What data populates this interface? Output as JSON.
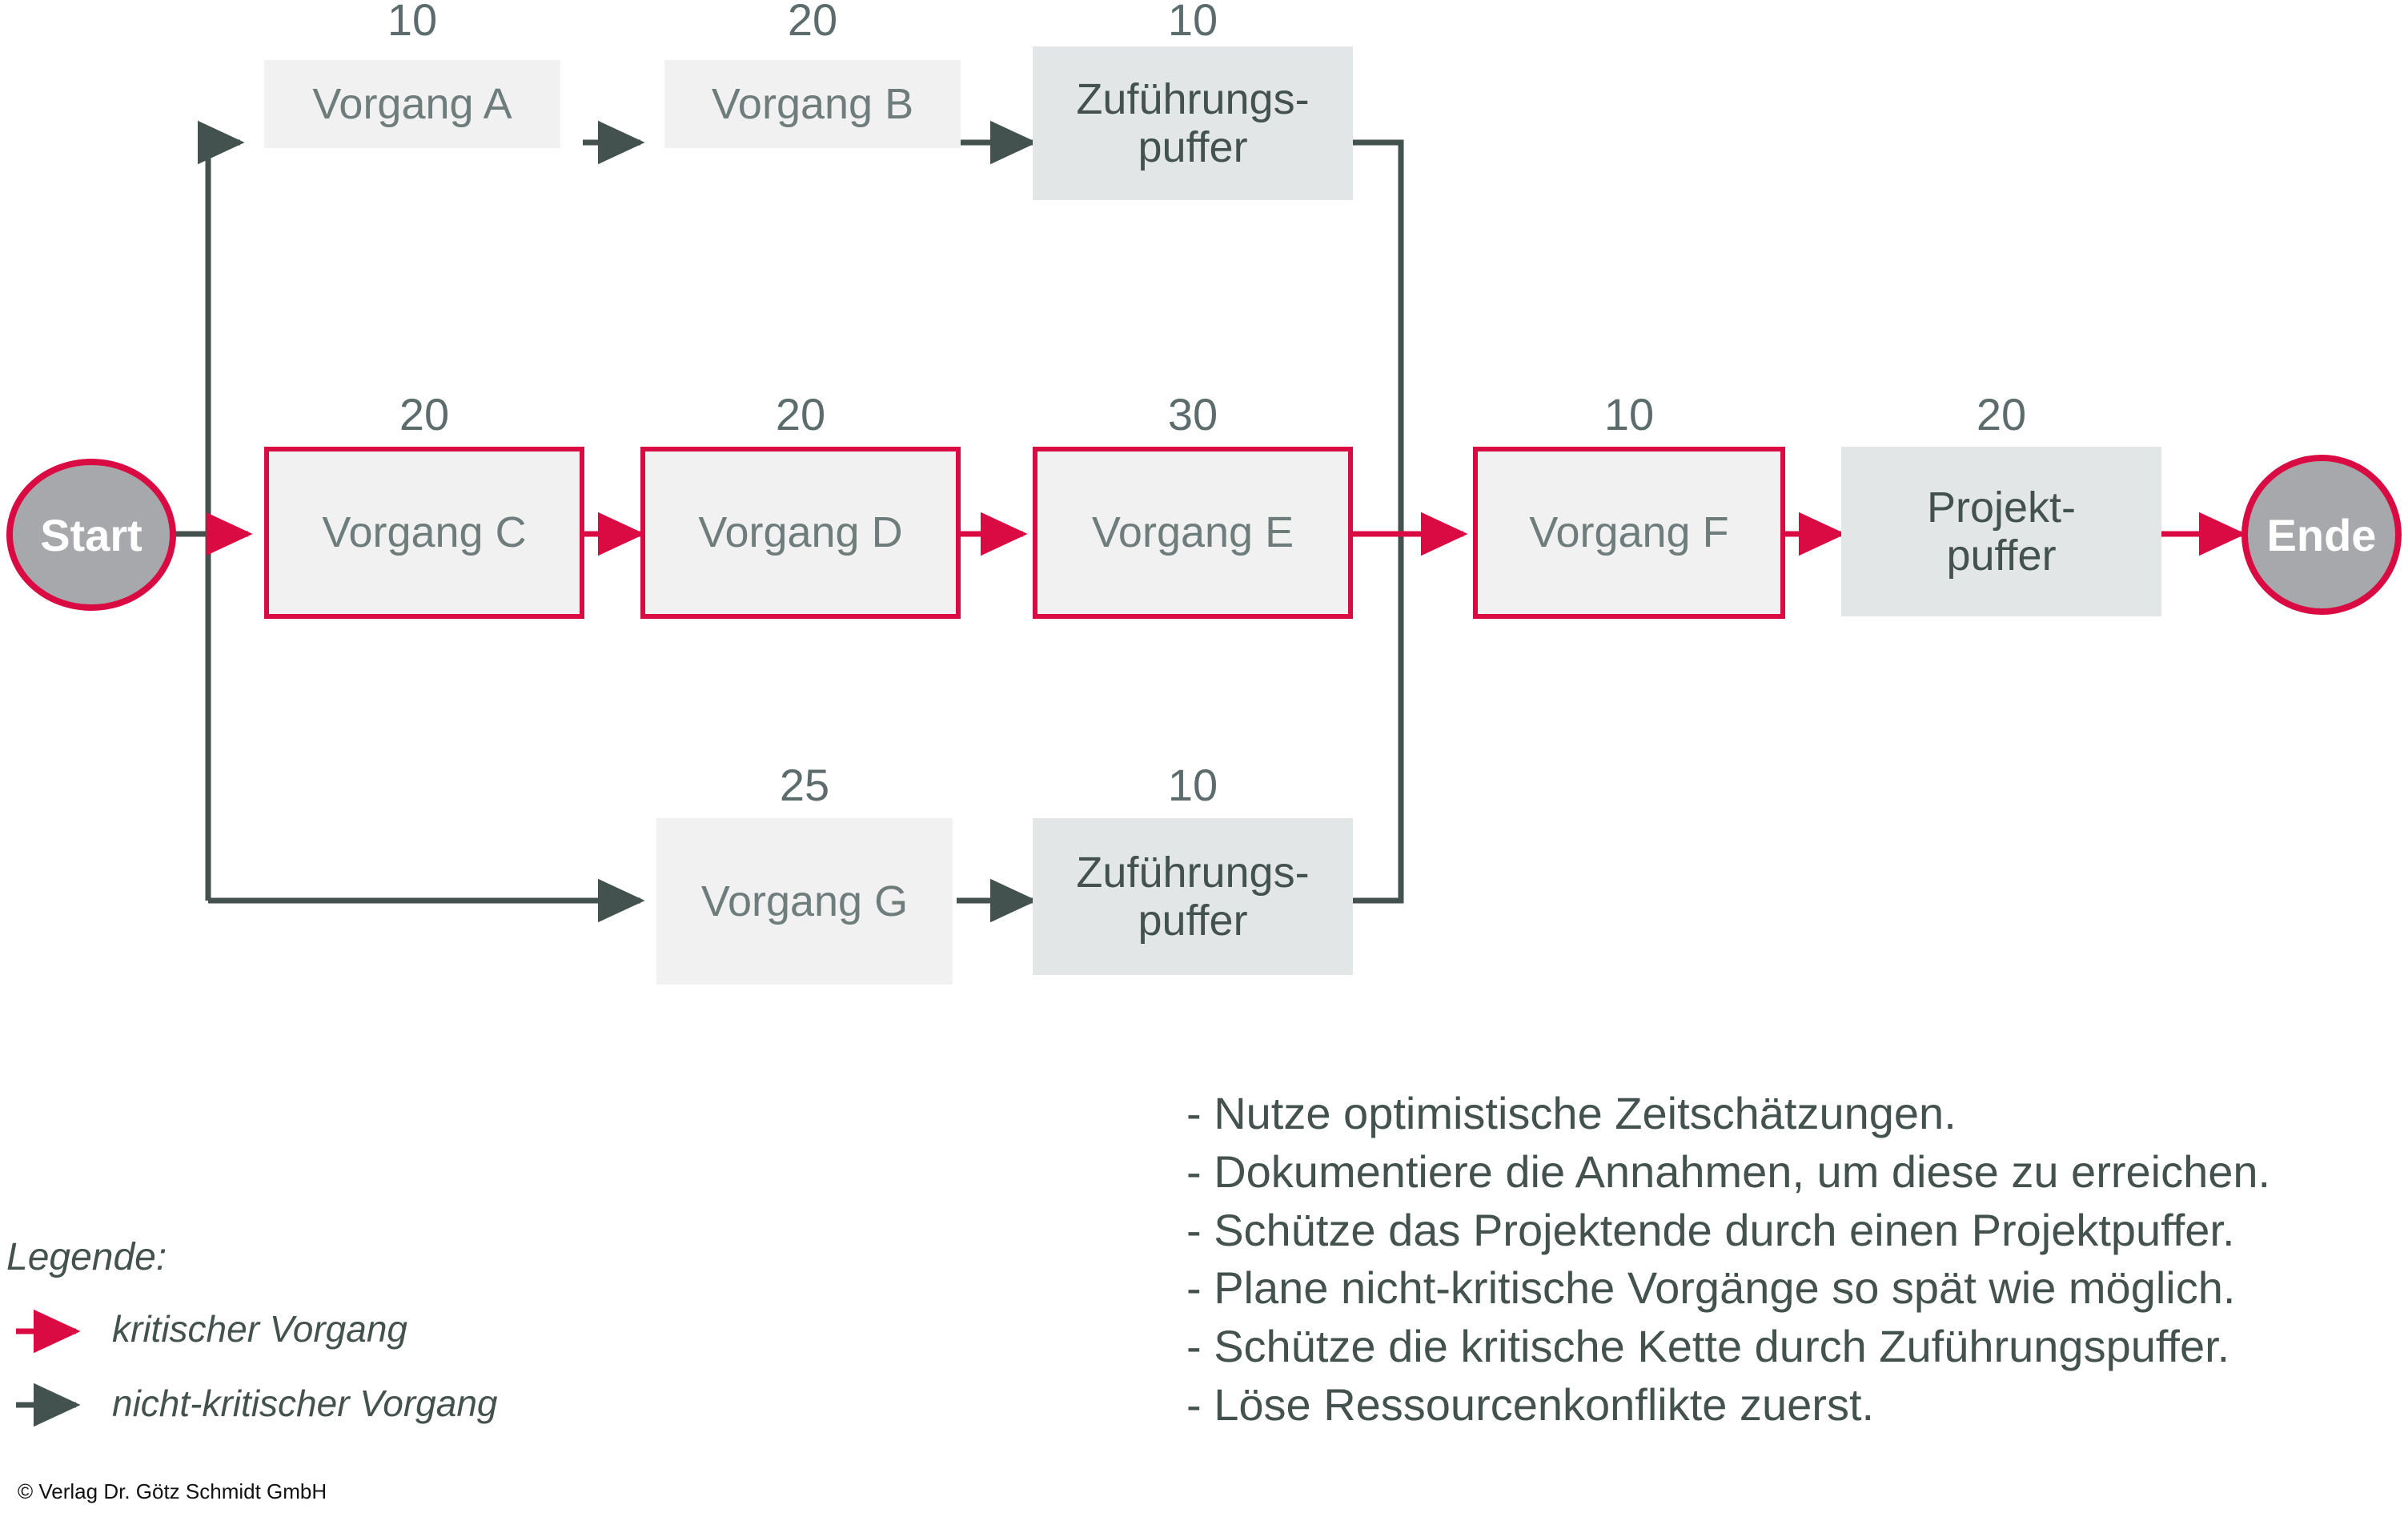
{
  "diagram": {
    "title_visible": false,
    "terminals": {
      "start": "Start",
      "end": "Ende"
    },
    "durations": {
      "a": "10",
      "b": "20",
      "feed_top": "10",
      "c": "20",
      "d": "20",
      "e": "30",
      "f": "10",
      "project_buffer": "20",
      "g": "25",
      "feed_bottom": "10"
    },
    "nodes": {
      "a": "Vorgang A",
      "b": "Vorgang B",
      "feed_top_l1": "Zuführungs-",
      "feed_top_l2": "puffer",
      "c": "Vorgang C",
      "d": "Vorgang D",
      "e": "Vorgang E",
      "f": "Vorgang F",
      "project_buffer_l1": "Projekt-",
      "project_buffer_l2": "puffer",
      "g": "Vorgang G",
      "feed_bottom_l1": "Zuführungs-",
      "feed_bottom_l2": "puffer"
    }
  },
  "legend": {
    "title": "Legende:",
    "items": [
      {
        "label": "kritischer Vorgang",
        "color": "#da0a42"
      },
      {
        "label": "nicht-kritischer Vorgang",
        "color": "#44524f"
      }
    ]
  },
  "notes": {
    "bullets": [
      "- Nutze optimistische Zeitschätzungen.",
      "- Dokumentiere die Annahmen, um diese zu erreichen.",
      "- Schütze das Projektende durch einen Projektpuffer.",
      "- Plane nicht-kritische Vorgänge so spät wie möglich.",
      "- Schütze die kritische Kette durch Zuführungspuffer.",
      "- Löse Ressourcenkonflikte zuerst."
    ]
  },
  "footer": {
    "copyright": "© Verlag Dr. Götz Schmidt GmbH"
  },
  "colors": {
    "critical": "#da0a42",
    "noncritical": "#44524f",
    "task_fill": "#f0f1f0",
    "buffer_fill": "#e2e6e6",
    "terminal_fill": "#a6a8ac",
    "text_gray": "#6e7c7c"
  }
}
